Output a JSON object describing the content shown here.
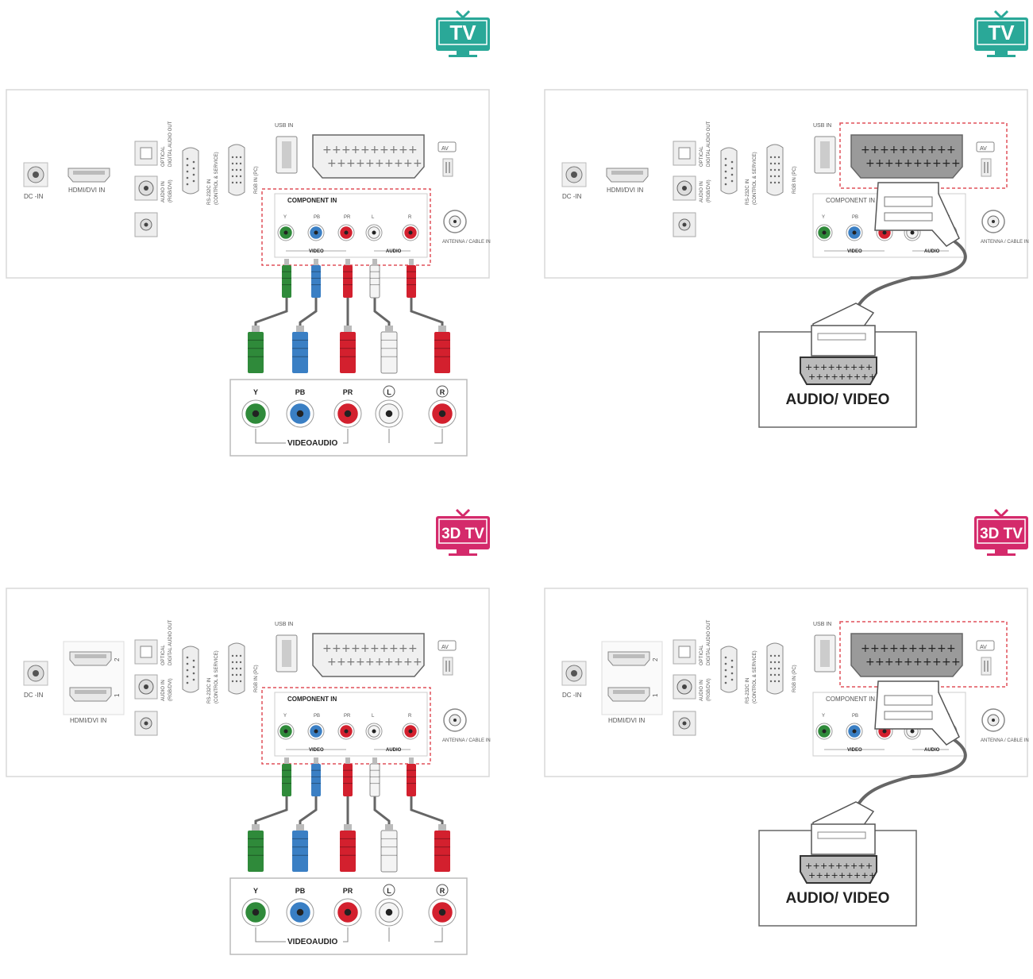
{
  "colors": {
    "tv_badge": "#2aa898",
    "tv3d_badge": "#d42a6b",
    "panel_border": "#d8d8d8",
    "dashed_highlight": "#e0505a",
    "green": "#2f8a3a",
    "blue": "#3a7fc4",
    "red": "#d3202e",
    "white": "#f4f4f4",
    "cable": "#666666"
  },
  "badges": {
    "tv": "TV",
    "tv3d": "3D TV"
  },
  "panel": {
    "dc_in": "DC -IN",
    "hdmi_dvi_in": "HDMI/DVI IN",
    "hdmi_port_1": "1",
    "hdmi_port_2": "2",
    "optical": "OPTICAL",
    "digital_audio_out": "DIGITAL AUDIO OUT",
    "audio_in": "AUDIO IN",
    "rgb_dvi": "(RGB/DVI)",
    "rs232c_in": "RS-232C IN",
    "control_service": "(CONTROL & SERVICE)",
    "rgb_in_pc": "RGB IN (PC)",
    "usb_in": "USB IN",
    "av": "AV",
    "component_in": "COMPONENT IN",
    "video": "VIDEO",
    "audio": "AUDIO",
    "antenna_cable_in": "ANTENNA / CABLE IN",
    "jacks": [
      "Y",
      "PB",
      "PR",
      "L",
      "R"
    ]
  },
  "device": {
    "jacks": [
      "Y",
      "PB",
      "PR",
      "L",
      "R"
    ],
    "video_audio": "VIDEOAUDIO",
    "av_box_label": "AUDIO/ VIDEO"
  }
}
